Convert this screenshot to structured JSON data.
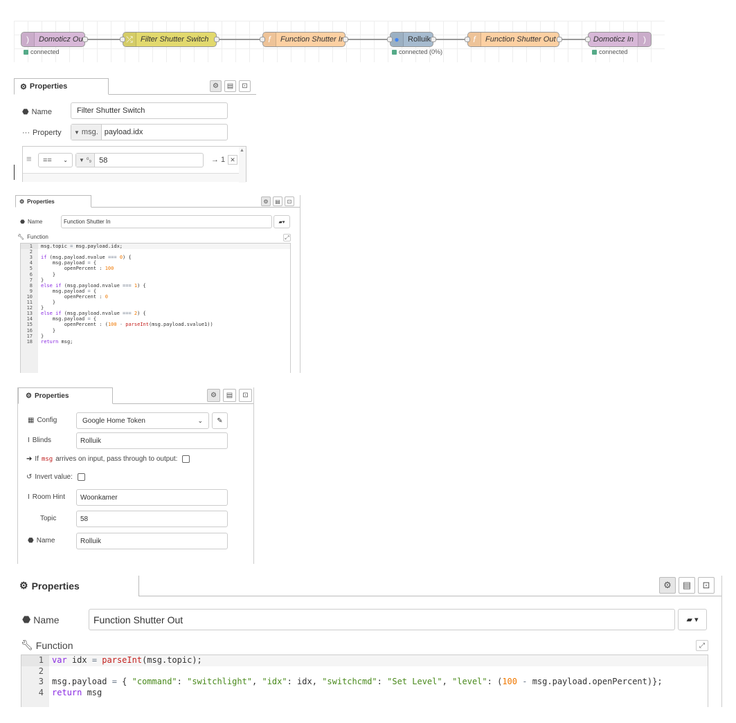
{
  "flow": {
    "nodes": [
      {
        "label": "Domoticz Out",
        "status": "connected",
        "color": "#d7d7a0"
      },
      {
        "label": "Filter Shutter Switch",
        "status": "",
        "color": "#e2d96e"
      },
      {
        "label": "Function Shutter In",
        "status": "",
        "color": "#fdd0a2"
      },
      {
        "label": "Rolluik",
        "status": "connected (0%)",
        "color": "#a6bbcf"
      },
      {
        "label": "Function Shutter Out",
        "status": "",
        "color": "#fdd0a2"
      },
      {
        "label": "Domoticz In",
        "status": "connected",
        "color": "#d7b7d7"
      }
    ]
  },
  "panel1": {
    "tab": "Properties",
    "name_label": "Name",
    "name_value": "Filter Shutter Switch",
    "property_label": "Property",
    "property_prefix": "msg.",
    "property_value": "payload.idx",
    "rule": {
      "operator": "==",
      "type_glyph": "⁰₉",
      "value": "58",
      "output": "→ 1"
    }
  },
  "panel2": {
    "tab": "Properties",
    "name_label": "Name",
    "name_value": "Function Shutter In",
    "function_label": "Function",
    "code": [
      "msg.topic = msg.payload.idx;",
      "",
      "if (msg.payload.nvalue === 0) {",
      "    msg.payload = {",
      "        openPercent : 100",
      "    }",
      "}",
      "else if (msg.payload.nvalue === 1) {",
      "    msg.payload = {",
      "        openPercent : 0",
      "    }",
      "}",
      "else if (msg.payload.nvalue === 2) {",
      "    msg.payload = {",
      "        openPercent : (100 - parseInt(msg.payload.svalue1))",
      "    }",
      "}",
      "return msg;"
    ]
  },
  "panel3": {
    "tab": "Properties",
    "config_label": "Config",
    "config_value": "Google Home Token",
    "blinds_label": "Blinds",
    "blinds_value": "Rolluik",
    "passthrough_pre": "If",
    "passthrough_code": "msg",
    "passthrough_post": "arrives on input, pass through to output:",
    "invert_label": "Invert value:",
    "room_label": "Room Hint",
    "room_value": "Woonkamer",
    "topic_label": "Topic",
    "topic_value": "58",
    "name_label": "Name",
    "name_value": "Rolluik"
  },
  "panel4": {
    "tab": "Properties",
    "name_label": "Name",
    "name_value": "Function Shutter Out",
    "function_label": "Function",
    "code": [
      "var idx = parseInt(msg.topic);",
      "",
      "msg.payload = { \"command\": \"switchlight\", \"idx\": idx, \"switchcmd\": \"Set Level\", \"level\": (100 - msg.payload.openPercent)};",
      "return msg"
    ]
  }
}
